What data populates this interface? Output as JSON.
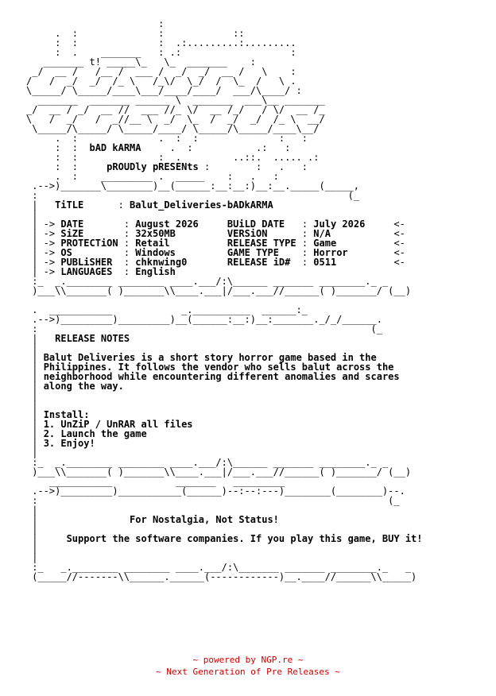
{
  "logo_text": "t!",
  "group": "bAD kARMA",
  "presents": "pROUDly pRESENts",
  "accent_color": "#cc0000",
  "info": {
    "title_label": "TiTLE",
    "title_value": "Balut_Deliveries-bADkARMA",
    "left": [
      {
        "label": "DATE",
        "value": "August 2026"
      },
      {
        "label": "SiZE",
        "value": "32x50MB"
      },
      {
        "label": "PROTECTiON",
        "value": "Retail"
      },
      {
        "label": "OS",
        "value": "Windows"
      },
      {
        "label": "PUBLiSHER",
        "value": "chknwing0"
      },
      {
        "label": "LANGUAGES",
        "value": "English"
      }
    ],
    "right": [
      {
        "label": "BUiLD DATE",
        "value": "July 2026"
      },
      {
        "label": "VERSiON",
        "value": "N/A"
      },
      {
        "label": "RELEASE TYPE",
        "value": "Game"
      },
      {
        "label": "GAME TYPE",
        "value": "Horror"
      },
      {
        "label": "RELEASE iD#",
        "value": "0511"
      }
    ]
  },
  "notes": {
    "heading": "RELEASE NOTES",
    "body": [
      "Balut Deliveries is a short story horror game based in the",
      "Philippines. It follows the vendor who sells balut across the",
      "neighborhood while encountering different anomalies and scares",
      "along the way."
    ],
    "install_heading": "Install:",
    "install_steps": [
      "1. UnZiP / UnRAR all files",
      "2. Launch the game",
      "3. Enjoy!"
    ]
  },
  "closing": {
    "line1": "For Nostalgia, Not Status!",
    "line2": "Support the software companies. If you play this game, BUY it!"
  },
  "footer": {
    "line1": "~ powered by NGP.re ~",
    "line2": "~ Next Generation of Pre Releases ~"
  }
}
